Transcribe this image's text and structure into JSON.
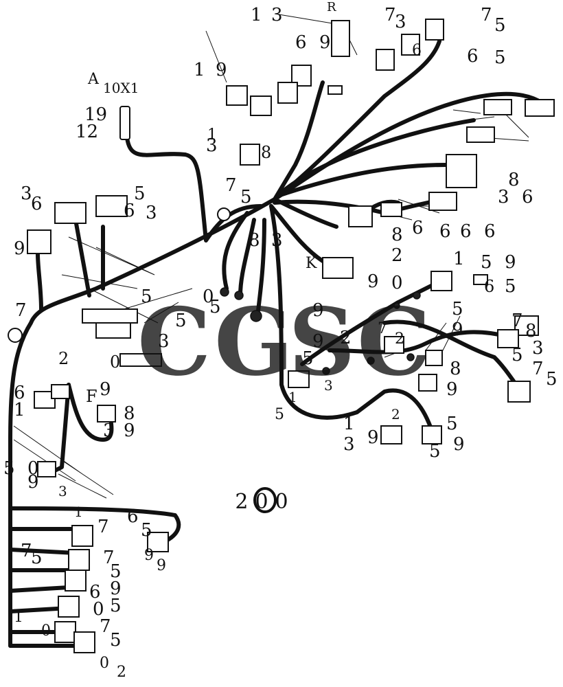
{
  "figure_number": "200",
  "watermark": {
    "letters": [
      "C",
      "G",
      "S",
      "C"
    ],
    "colors": [
      "#4285F4",
      "#EA4335",
      "#FBBC05",
      "#34A853"
    ]
  },
  "callouts": [
    "A",
    "10X1",
    "19",
    "12",
    "3",
    "K",
    "R",
    "1",
    "5",
    "7",
    "8",
    "9",
    "6",
    "2",
    "0",
    "F"
  ],
  "colors": {
    "line": "#111111",
    "background": "#ffffff"
  }
}
